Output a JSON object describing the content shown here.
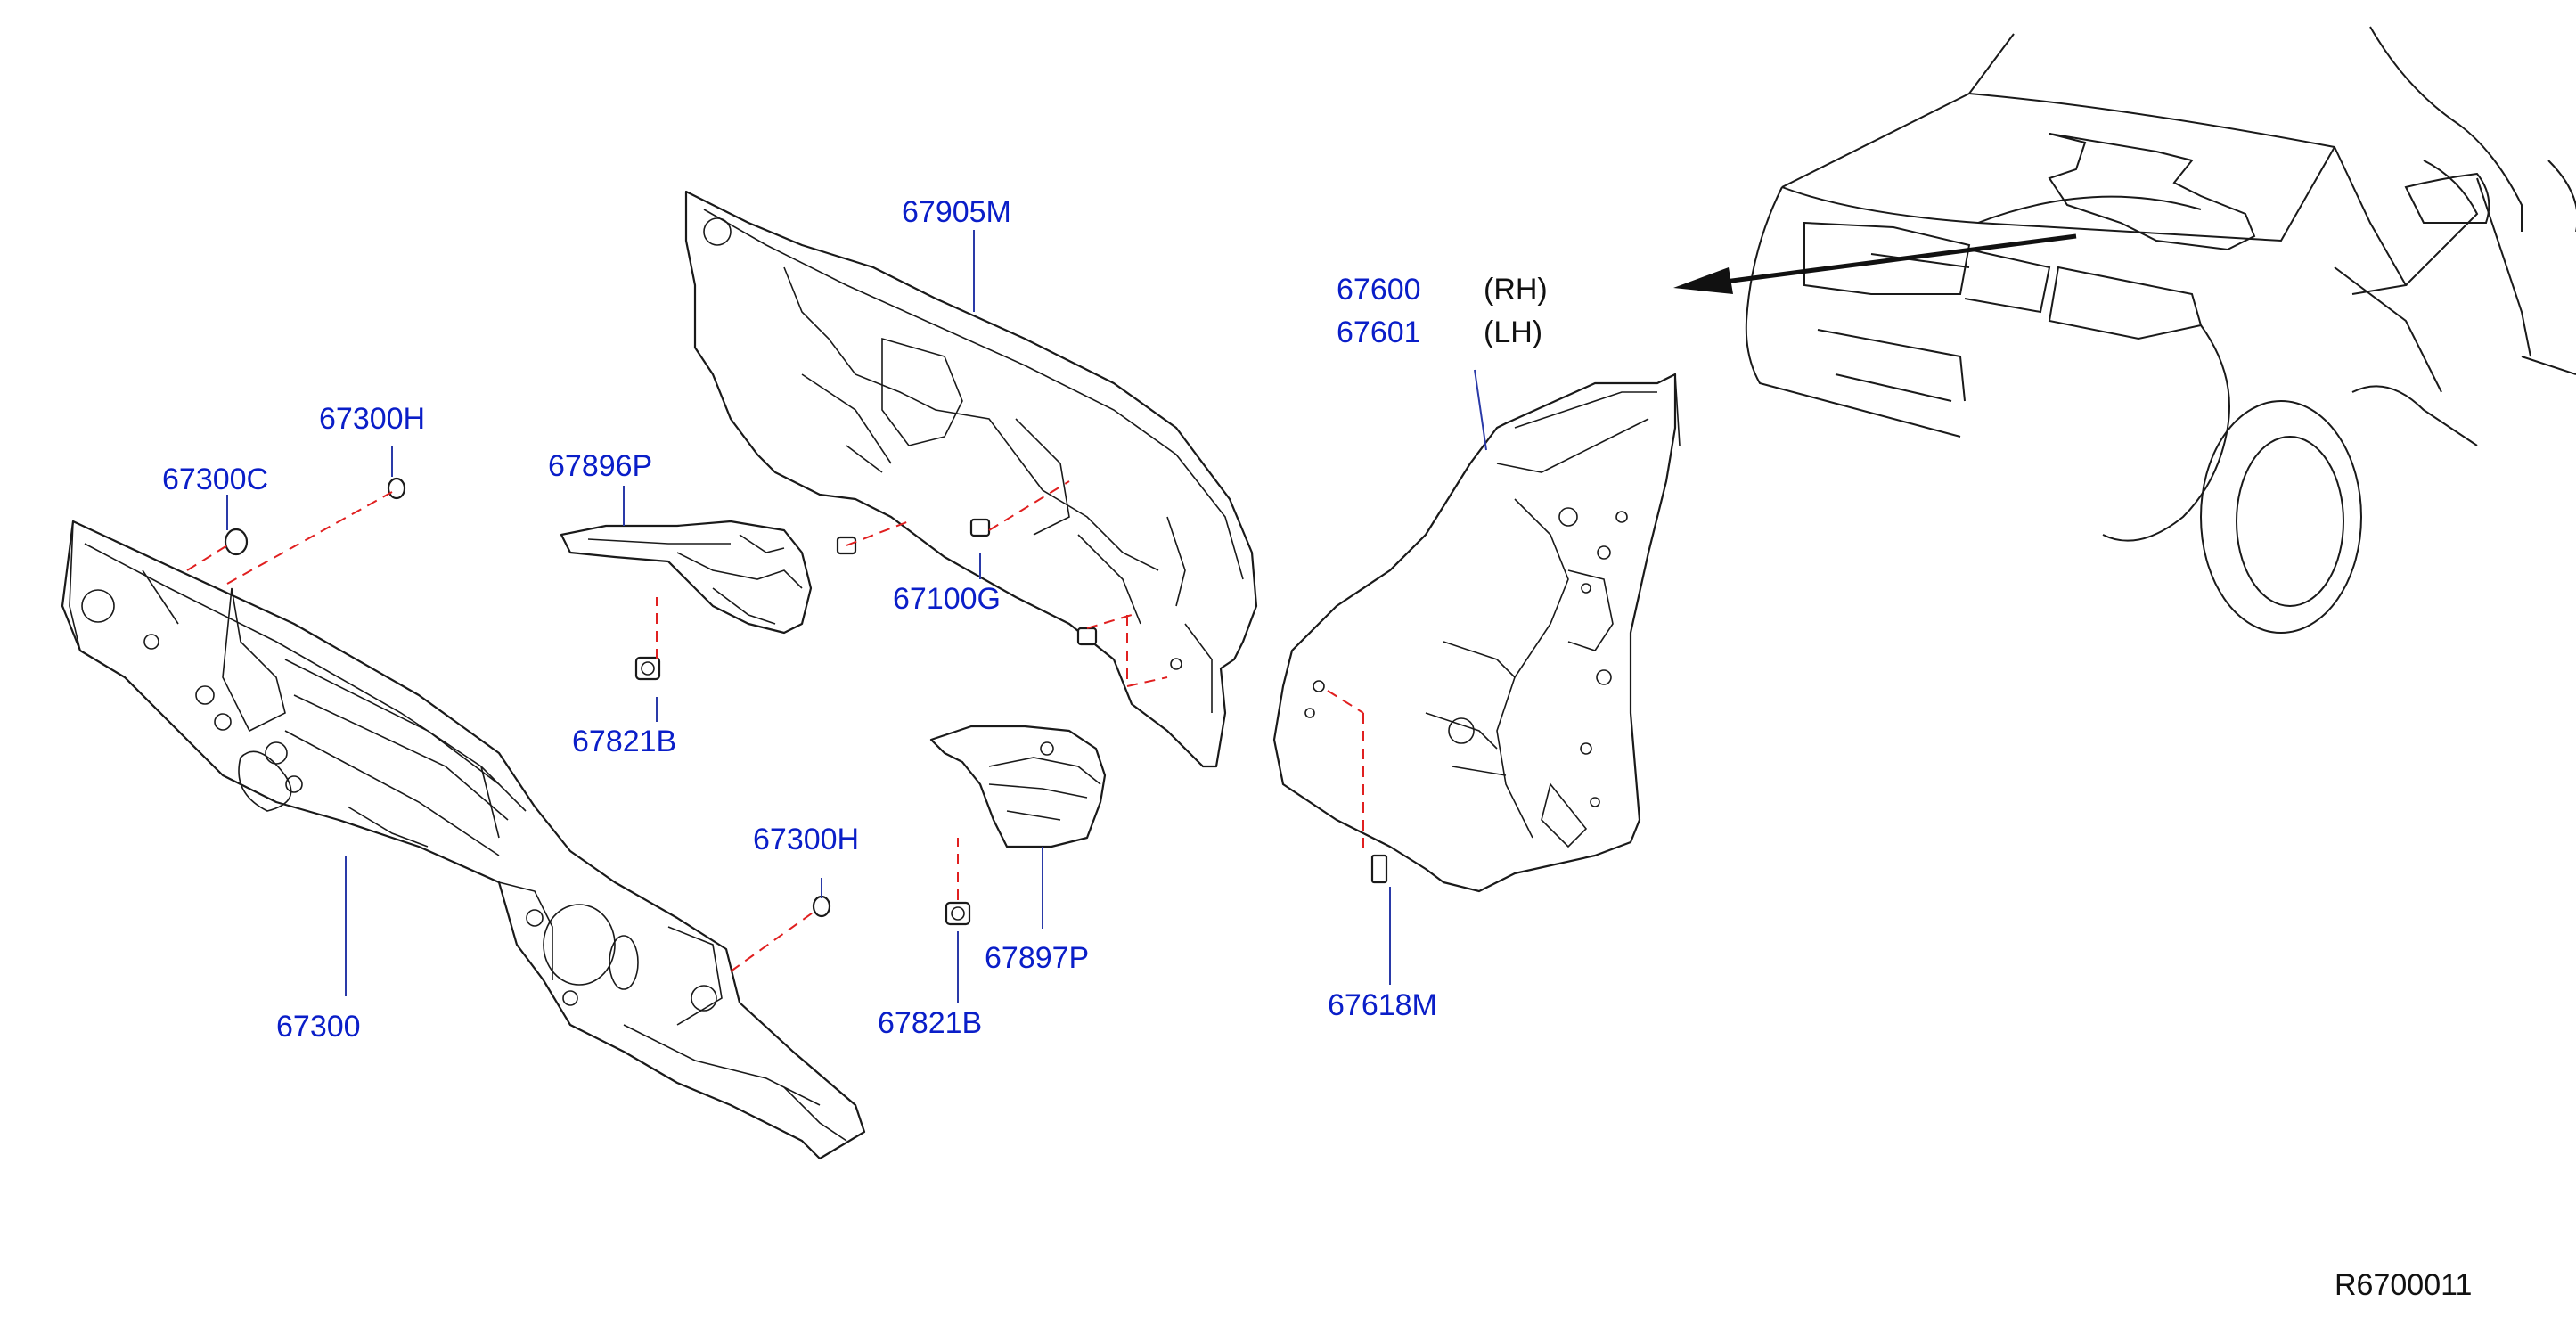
{
  "labels": {
    "p67905M": "67905M",
    "p67600": "67600",
    "p67601": "67601",
    "rh": "(RH)",
    "lh": "(LH)",
    "p67300H_top": "67300H",
    "p67300C": "67300C",
    "p67896P": "67896P",
    "p67100G": "67100G",
    "p67821B_top": "67821B",
    "p67300H_bottom": "67300H",
    "p67300": "67300",
    "p67897P": "67897P",
    "p67821B_bottom": "67821B",
    "p67618M": "67618M"
  },
  "reference": "R6700011",
  "colors": {
    "part_number": "#0a1ec8",
    "leader_line": "#2a3aa8",
    "dashed_guide": "#e02020",
    "outline": "#1a1a1a"
  }
}
